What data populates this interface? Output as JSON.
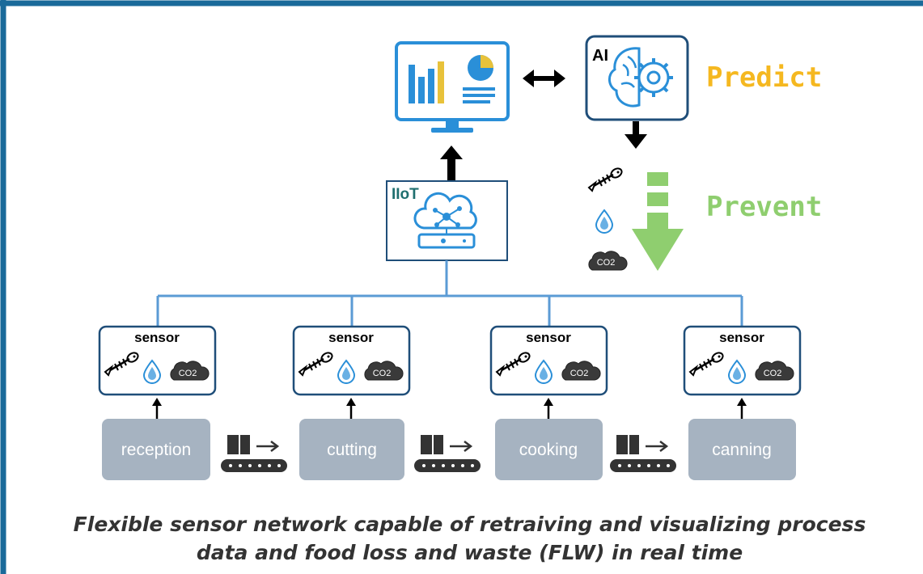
{
  "colors": {
    "frame": "#1a6a9a",
    "connector": "#5b9bd5",
    "predict": "#f5b820",
    "prevent": "#8fce6f",
    "step_box": "#a6b3c1",
    "device_outline": "#1f4e79",
    "icon_blue": "#2a8fd8"
  },
  "top": {
    "ai_label": "AI",
    "predict_label": "Predict",
    "prevent_label": "Prevent",
    "iiot_label": "IIoT"
  },
  "sensors": [
    {
      "label": "sensor",
      "co2": "CO2"
    },
    {
      "label": "sensor",
      "co2": "CO2"
    },
    {
      "label": "sensor",
      "co2": "CO2"
    },
    {
      "label": "sensor",
      "co2": "CO2"
    }
  ],
  "steps": [
    "reception",
    "cutting",
    "cooking",
    "canning"
  ],
  "prevent_co2": "CO2",
  "caption": {
    "line1": "Flexible sensor network capable of retraiving and visualizing process",
    "line2": "data and food loss and waste (FLW) in real time"
  }
}
